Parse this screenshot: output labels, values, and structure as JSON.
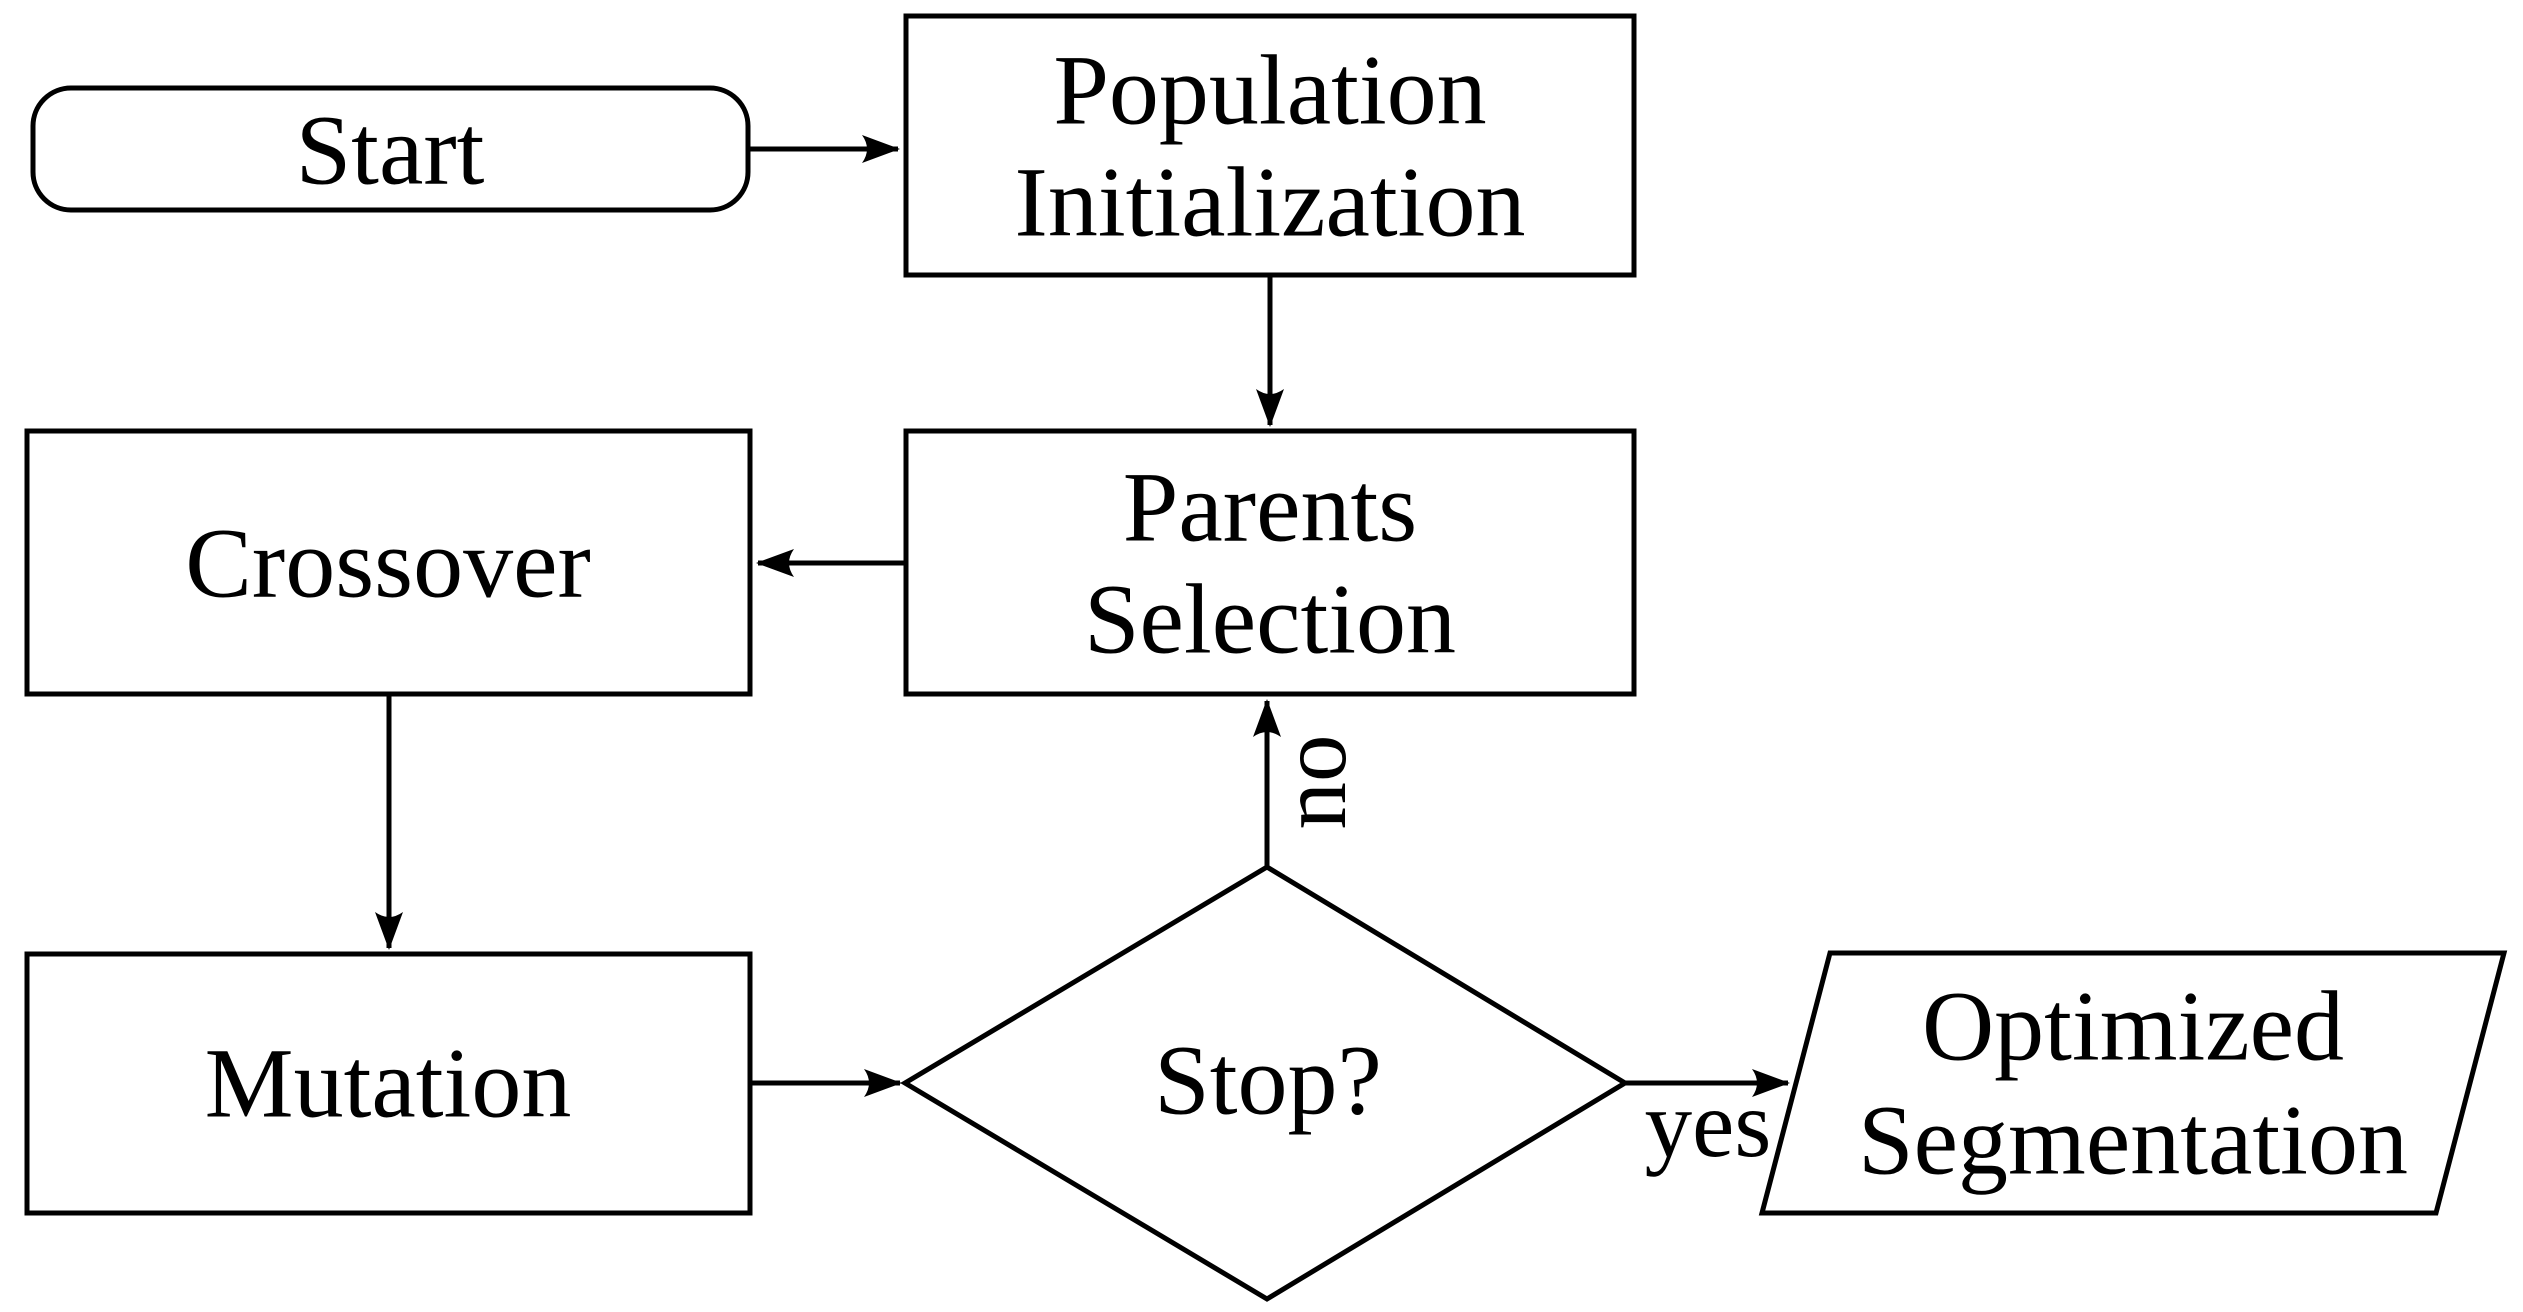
{
  "diagram": {
    "type": "flowchart",
    "background_color": "#ffffff",
    "stroke_color": "#000000",
    "text_color": "#000000",
    "nodes": {
      "start": {
        "shape": "rounded-rectangle",
        "label": "Start"
      },
      "population_initialization": {
        "shape": "rectangle",
        "lines": [
          "Population",
          "Initialization"
        ]
      },
      "parents_selection": {
        "shape": "rectangle",
        "lines": [
          "Parents",
          "Selection"
        ]
      },
      "crossover": {
        "shape": "rectangle",
        "label": "Crossover"
      },
      "mutation": {
        "shape": "rectangle",
        "label": "Mutation"
      },
      "stop_decision": {
        "shape": "diamond",
        "label": "Stop?"
      },
      "optimized_segmentation": {
        "shape": "parallelogram",
        "lines": [
          "Optimized",
          "Segmentation"
        ]
      }
    },
    "edges": [
      {
        "from": "start",
        "to": "population_initialization",
        "label": ""
      },
      {
        "from": "population_initialization",
        "to": "parents_selection",
        "label": ""
      },
      {
        "from": "parents_selection",
        "to": "crossover",
        "label": ""
      },
      {
        "from": "crossover",
        "to": "mutation",
        "label": ""
      },
      {
        "from": "mutation",
        "to": "stop_decision",
        "label": ""
      },
      {
        "from": "stop_decision",
        "to": "parents_selection",
        "label": "no"
      },
      {
        "from": "stop_decision",
        "to": "optimized_segmentation",
        "label": "yes"
      }
    ]
  }
}
